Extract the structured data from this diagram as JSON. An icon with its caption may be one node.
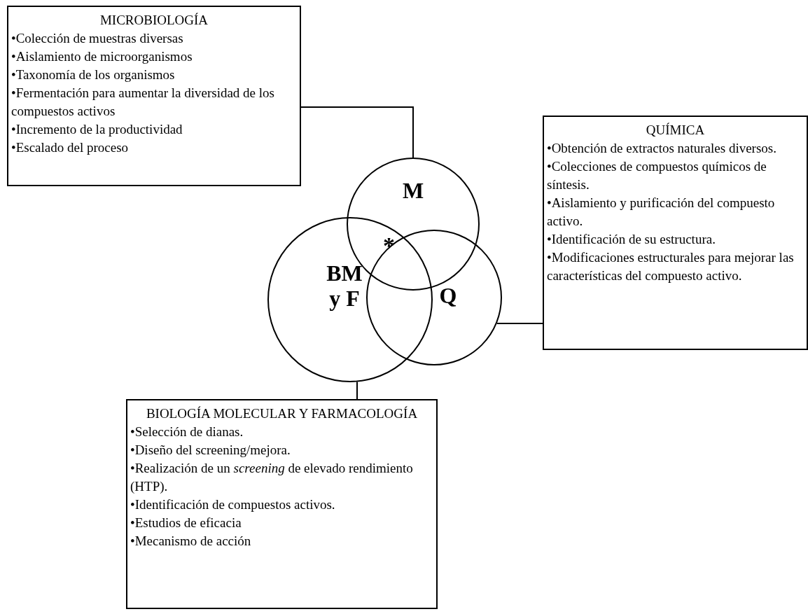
{
  "diagram": {
    "nodes": [
      {
        "text": [
          "MICROBIOLOGÍA",
          "•Colección de muestras diversas",
          "•Aislamiento de microorganismos",
          "•Taxonomía de los organismos",
          "•Fermentación para aumentar la diversidad de los compuestos activos",
          "•Incremento de la productividad",
          "•Escalado del proceso"
        ]
      },
      {
        "text": [
          "M"
        ]
      },
      {
        "text": [
          "QUÍMICA",
          "•Obtención de extractos naturales diversos.",
          "•Colecciones de compuestos químicos de síntesis.",
          "•Aislamiento y purificación del compuesto activo.",
          "•Identificación de su estructura.",
          "•Modificaciones estructurales para mejorar las características del compuesto activo."
        ]
      },
      {
        "text": [
          "BM y F"
        ]
      },
      {
        "text": [
          "Q"
        ]
      },
      {
        "text": [
          "BIOLOGÍA MOLECULAR Y FARMACOLOGÍA",
          "•Selección de dianas.",
          "•Diseño del screening/mejora.",
          "•Realización de un *screening* de elevado rendimiento (HTP).",
          "•Identificación de compuestos activos.",
          "•Estudios de eficacia",
          "•Mecanismo de acción"
        ]
      }
    ],
    "edges": [
      {
        "from": 0,
        "to": 1,
        "arrow": "none"
      },
      {
        "from": 2,
        "to": 4,
        "arrow": "none"
      },
      {
        "from": 5,
        "to": 3,
        "arrow": "none"
      }
    ],
    "labels": [
      "*"
    ]
  }
}
